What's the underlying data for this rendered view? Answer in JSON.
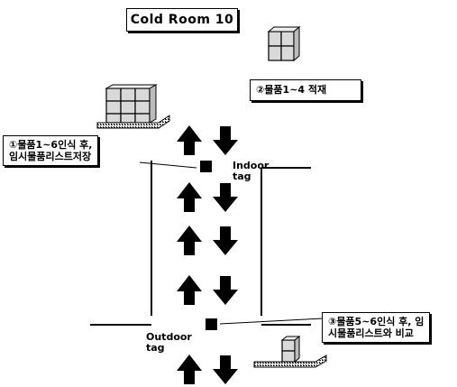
{
  "title": "Cold Room 10",
  "callouts": {
    "step1_line1": "①물품1~6인식 후,",
    "step1_line2": "임시물품리스트저장",
    "step2": "②물품1~4 적재",
    "step3_line1": "③물품5~6인식 후, 임",
    "step3_line2": "시물품리스트와 비교"
  },
  "tags": {
    "indoor_line1": "Indoor",
    "indoor_line2": "tag",
    "outdoor_line1": "Outdoor",
    "outdoor_line2": "tag"
  },
  "icons": {
    "up_arrow": "up-arrow-icon",
    "down_arrow": "down-arrow-icon",
    "rfid_tag": "square-tag-icon",
    "pallet": "pallet-boxes-icon"
  },
  "colors": {
    "ink": "#000000",
    "box_fill": "#d9d9d9",
    "background": "#ffffff"
  }
}
